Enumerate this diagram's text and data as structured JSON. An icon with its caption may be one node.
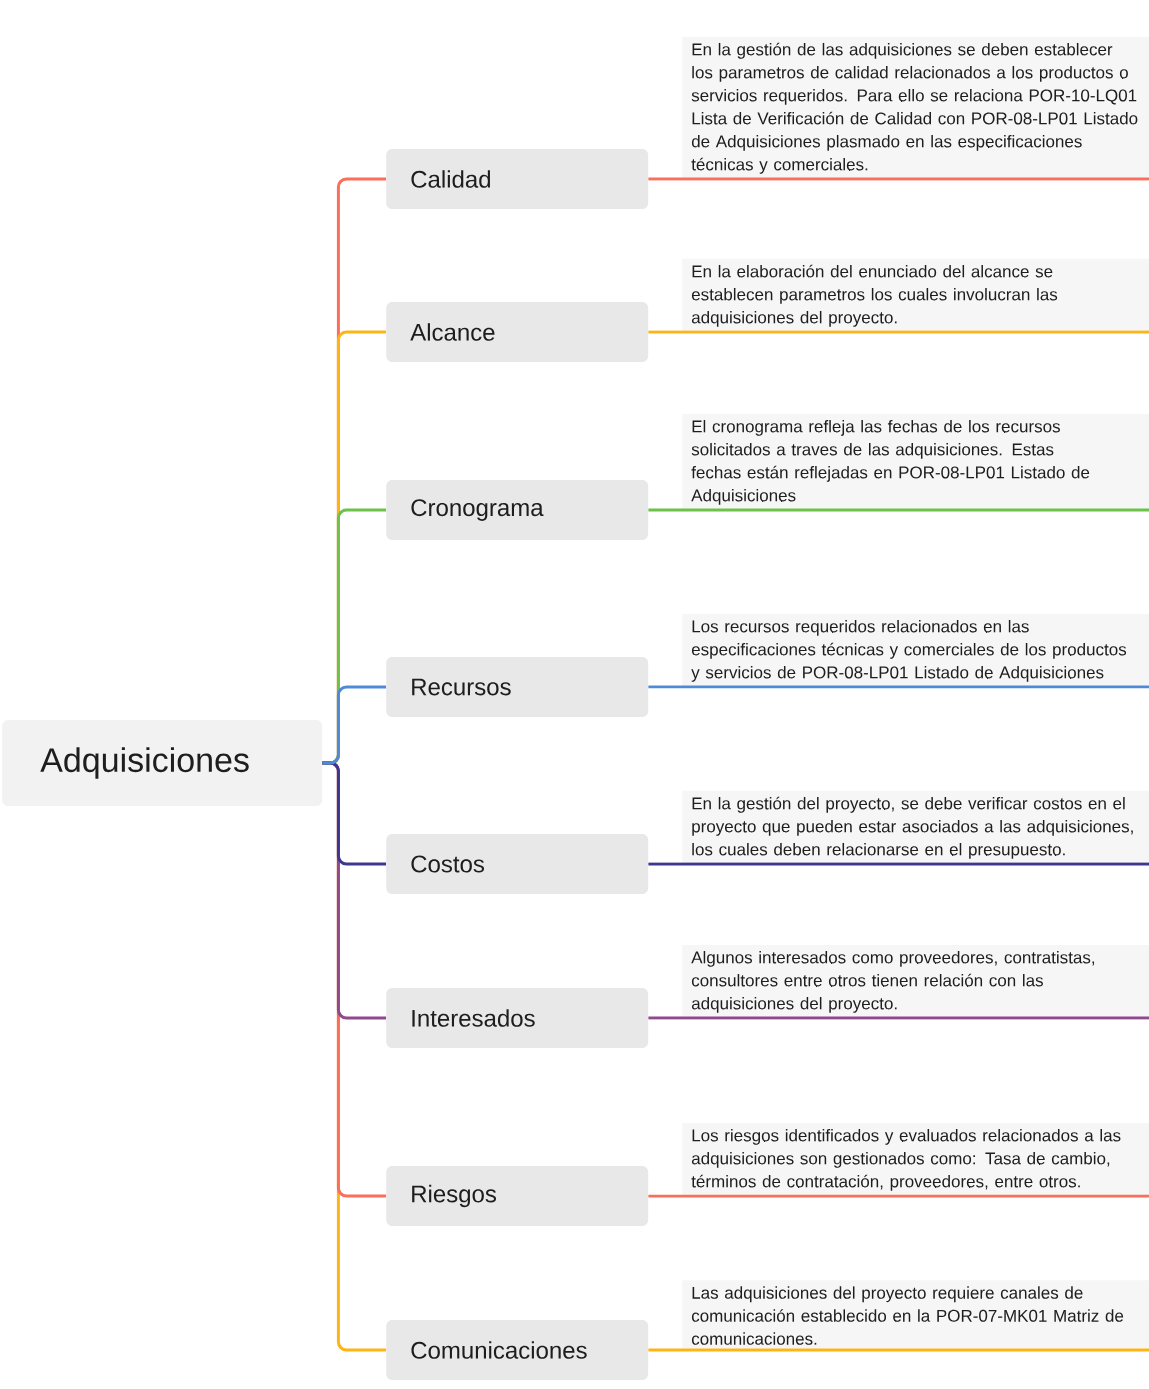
{
  "diagram": {
    "nodes": [
      {
        "text": [
          "Adquisiciones"
        ]
      },
      {
        "text": [
          "Calidad"
        ]
      },
      {
        "text": [
          "En la gestión de las adquisiciones se deben establecer los parametros de calidad relacionados a los productos o servicios requeridos. Para ello se relaciona POR-10-LQ01 Lista de Verificación de Calidad con POR-08-LP01 Listado de Adquisiciones plasmado en las especificaciones técnicas y comerciales."
        ]
      },
      {
        "text": [
          "Alcance"
        ]
      },
      {
        "text": [
          "En la elaboración del enunciado del alcance se establecen parametros los cuales involucran las adquisiciones del proyecto."
        ]
      },
      {
        "text": [
          "Cronograma"
        ]
      },
      {
        "text": [
          "El cronograma refleja las fechas de los recursos solicitados a traves de las adquisiciones. Estas fechas están reflejadas en POR-08-LP01 Listado de Adquisiciones"
        ]
      },
      {
        "text": [
          "Recursos"
        ]
      },
      {
        "text": [
          "Los recursos requeridos relacionados en las especificaciones técnicas y comerciales de los productos y servicios de POR-08-LP01 Listado de Adquisiciones"
        ]
      },
      {
        "text": [
          "Costos"
        ]
      },
      {
        "text": [
          "En la gestión del proyecto, se debe verificar costos en el proyecto que pueden estar asociados a las adquisiciones, los cuales deben relacionarse en el presupuesto."
        ]
      },
      {
        "text": [
          "Interesados"
        ]
      },
      {
        "text": [
          "Algunos interesados como proveedores, contratistas, consultores entre otros tienen relación con las adquisiciones del proyecto."
        ]
      },
      {
        "text": [
          "Riesgos"
        ]
      },
      {
        "text": [
          "Los riesgos identificados y evaluados relacionados a las adquisiciones son gestionados como: Tasa de cambio, términos de contratación, proveedores, entre otros."
        ]
      },
      {
        "text": [
          "Comunicaciones"
        ]
      },
      {
        "text": [
          "Las adquisiciones del proyecto requiere canales de comunicación establecido en la POR-07-MK01 Matriz de comunicaciones."
        ]
      }
    ],
    "edges": [
      {
        "from": 0,
        "to": 1,
        "arrow": "none",
        "color": "#fa6e5a"
      },
      {
        "from": 1,
        "to": 2,
        "arrow": "none",
        "color": "#fa6e5a"
      },
      {
        "from": 0,
        "to": 3,
        "arrow": "none",
        "color": "#fdb515"
      },
      {
        "from": 3,
        "to": 4,
        "arrow": "none",
        "color": "#fdb515"
      },
      {
        "from": 0,
        "to": 5,
        "arrow": "none",
        "color": "#6cc24a"
      },
      {
        "from": 5,
        "to": 6,
        "arrow": "none",
        "color": "#6cc24a"
      },
      {
        "from": 0,
        "to": 7,
        "arrow": "none",
        "color": "#4f8ad9"
      },
      {
        "from": 7,
        "to": 8,
        "arrow": "none",
        "color": "#4f8ad9"
      },
      {
        "from": 0,
        "to": 9,
        "arrow": "none",
        "color": "#3c3791"
      },
      {
        "from": 9,
        "to": 10,
        "arrow": "none",
        "color": "#3c3791"
      },
      {
        "from": 0,
        "to": 11,
        "arrow": "none",
        "color": "#8f4a8e"
      },
      {
        "from": 11,
        "to": 12,
        "arrow": "none",
        "color": "#8f4a8e"
      },
      {
        "from": 0,
        "to": 13,
        "arrow": "none",
        "color": "#fa6e5a"
      },
      {
        "from": 13,
        "to": 14,
        "arrow": "none",
        "color": "#fa6e5a"
      },
      {
        "from": 0,
        "to": 15,
        "arrow": "none",
        "color": "#fdb515"
      },
      {
        "from": 15,
        "to": 16,
        "arrow": "none",
        "color": "#fdb515"
      }
    ]
  }
}
